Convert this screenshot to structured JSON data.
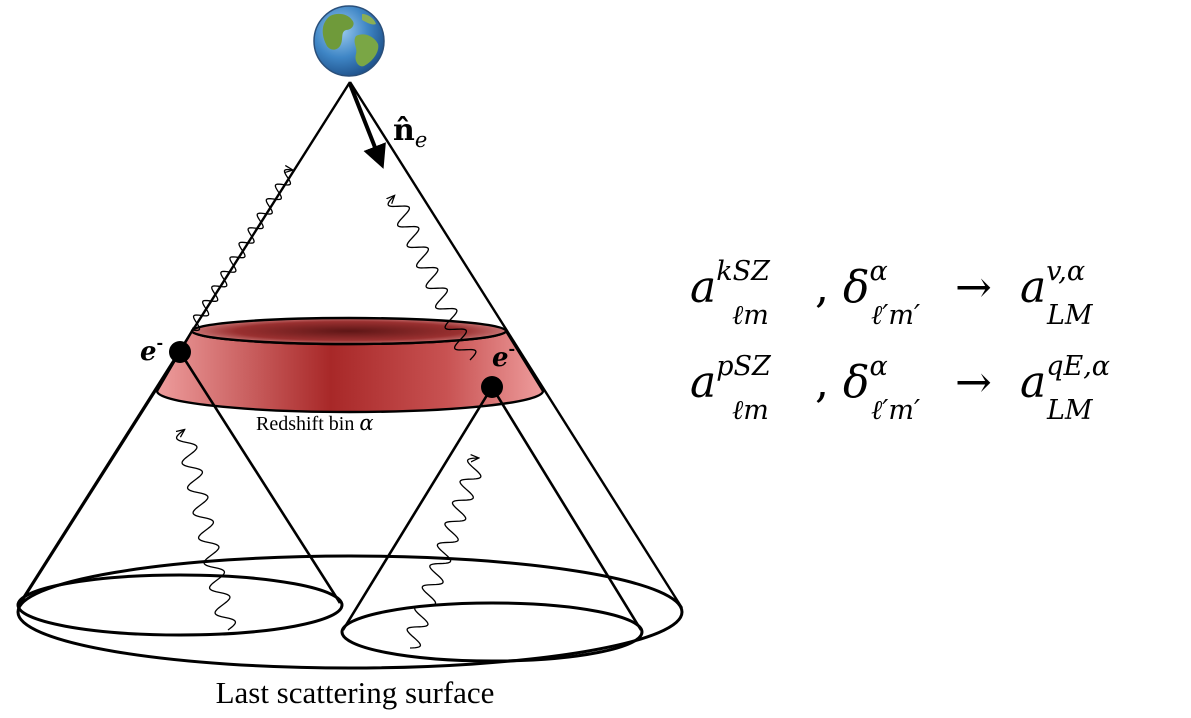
{
  "labels": {
    "direction": {
      "base": "n̂",
      "sub": "e"
    },
    "electron_left": {
      "base": "e",
      "sup": "-"
    },
    "electron_right": {
      "base": "e",
      "sup": "-"
    },
    "redshift_bin": {
      "text": "Redshift bin ",
      "symbol": "α"
    },
    "last_scattering": "Last scattering surface"
  },
  "equations": [
    {
      "lhs_base": "a",
      "lhs_sup": "kSZ",
      "lhs_sub": "ℓm",
      "sep": ",",
      "mid_base": "δ",
      "mid_sup": "α",
      "mid_sub": "ℓ′m′",
      "arrow": "→",
      "rhs_base": "a",
      "rhs_sup": "v,α",
      "rhs_sub": "LM"
    },
    {
      "lhs_base": "a",
      "lhs_sup": "pSZ",
      "lhs_sub": "ℓm",
      "sep": ",",
      "mid_base": "δ",
      "mid_sup": "α",
      "mid_sub": "ℓ′m′",
      "arrow": "→",
      "rhs_base": "a",
      "rhs_sup": "qE,α",
      "rhs_sub": "LM"
    }
  ],
  "colors": {
    "stroke": "#000000",
    "band_light": "#eb9494",
    "band_dark": "#a82828",
    "band_top_dark": "#5e1616",
    "earth_ocean": "#3f86c6",
    "earth_land": "#6f9a3a"
  }
}
